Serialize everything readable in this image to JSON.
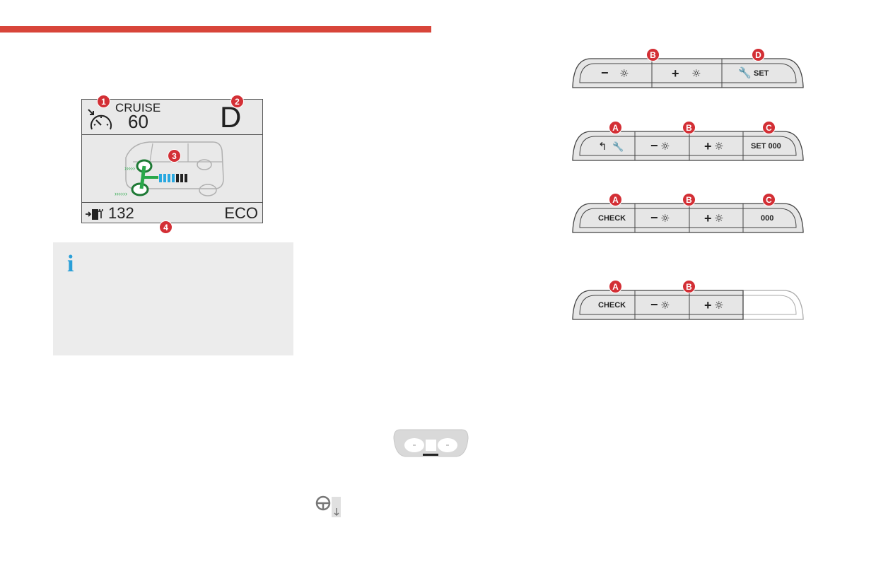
{
  "display": {
    "cruise_label": "CRUISE",
    "cruise_speed": "60",
    "gear": "D",
    "range": "132",
    "mode": "ECO",
    "markers": [
      "1",
      "2",
      "3",
      "4"
    ]
  },
  "info": {
    "icon": "i"
  },
  "panels": {
    "panel1": {
      "markers": [
        "B",
        "D"
      ],
      "set_label": "SET"
    },
    "panel2": {
      "markers": [
        "A",
        "B",
        "C"
      ],
      "set_label": "SET 000"
    },
    "panel3": {
      "markers": [
        "A",
        "B",
        "C"
      ],
      "check_label": "CHECK",
      "reset_label": "000"
    },
    "panel4": {
      "markers": [
        "A",
        "B"
      ],
      "check_label": "CHECK"
    }
  },
  "colors": {
    "accent": "#d8453a",
    "marker": "#d32f35",
    "info": "#2a9fd8",
    "green": "#2aa84a",
    "blue": "#29a8e0"
  }
}
